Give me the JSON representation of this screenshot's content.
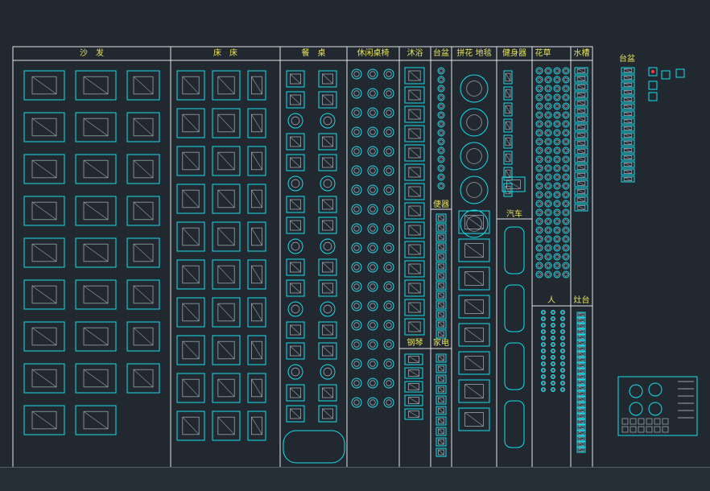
{
  "headers": {
    "sofa": "沙　发",
    "bed": "床　床",
    "dining": "餐　桌",
    "leisure": "休闲桌椅",
    "bath": "沐浴",
    "basin": "台盆",
    "rug": "拼花 地毯",
    "fitness": "健身器",
    "plants": "花草",
    "sink": "水槽"
  },
  "subheaders": {
    "toilet": "便器",
    "car": "汽车",
    "piano": "钢琴",
    "appliance": "家电",
    "people": "人",
    "stove": "灶台",
    "basin_right": "台盆"
  },
  "colors": {
    "background": "#212830",
    "frame": "#e4e4e4",
    "cyan": "#16e0ec",
    "gray": "#9aa3ad",
    "label": "#e8e25a",
    "accent_red": "#ff4040"
  }
}
